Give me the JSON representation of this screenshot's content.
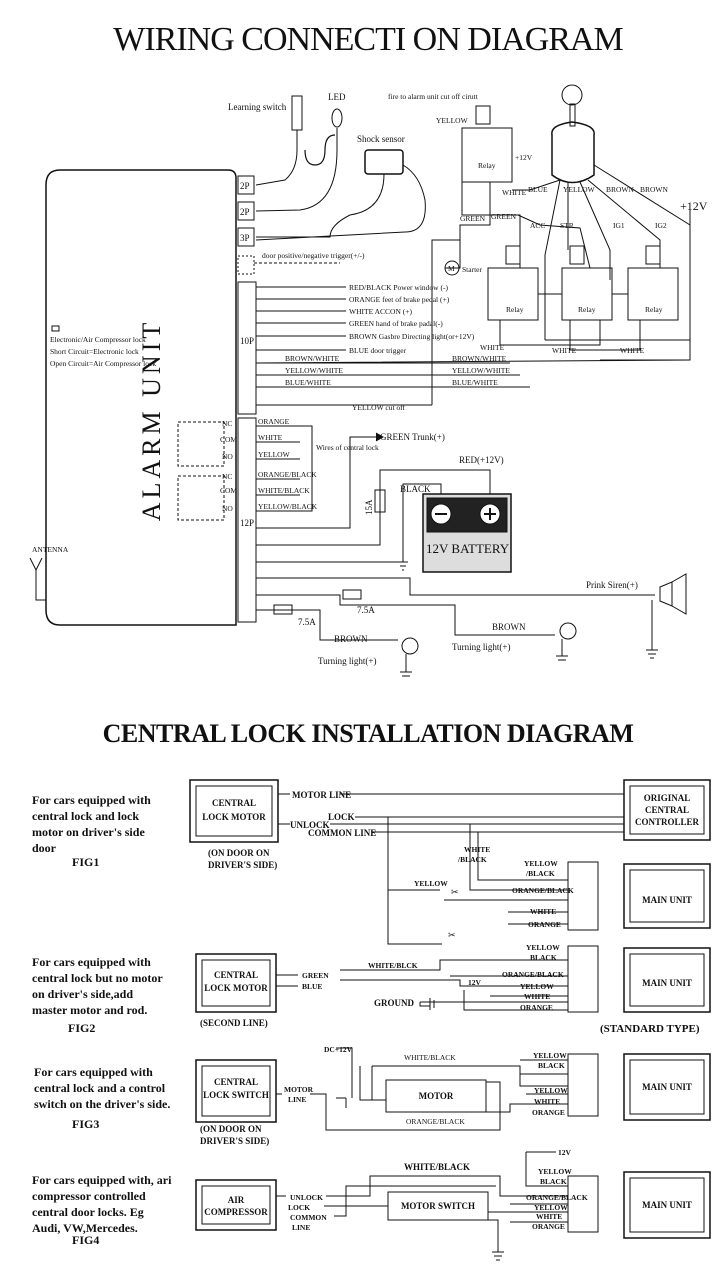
{
  "wiring": {
    "title": "WIRING CONNECTI ON DIAGRAM",
    "alarm_unit": "ALARM UNIT",
    "learning_switch": "Learning switch",
    "led": "LED",
    "shock_sensor": "Shock sensor",
    "fire_note": "fire to alarm unit cut off cirutt",
    "connectors": [
      "2P",
      "2P",
      "3P",
      "10P",
      "12P"
    ],
    "door_trigger": "door positive/negative trigger(+/-)",
    "ten_p_wires": [
      "RED/BLACK Power window (-)",
      "ORANGE feet of brake pedal (+)",
      "WHITE ACCON (+)",
      "GREEN hand of brake padal(-)",
      "BROWN Gasbre Directing light(or+12V)",
      "BLUE door trigger"
    ],
    "bw_wires": [
      "BROWN/WHITE",
      "YELLOW/WHITE",
      "BLUE/WHITE"
    ],
    "yellow_cut_off": "YELLOW cut off",
    "compressor_note": [
      "Electronic/Air Compressor lock",
      "Short Circuit=Electronic lock",
      "Open Circuit=Air Compressor lock"
    ],
    "relay_pins": [
      "NC",
      "COM",
      "NO",
      "NC",
      "COM",
      "NO"
    ],
    "relay_wires": [
      "ORANGE",
      "WHITE",
      "YELLOW",
      "ORANGE/BLACK",
      "WHITE/BLACK",
      "YELLOW/BLACK"
    ],
    "central_lock_wires": "Wires of central lock",
    "green_trunk": "GREEN Trunk(+)",
    "red_12v": "RED(+12V)",
    "black": "BLACK",
    "fuse_15a": "15A",
    "battery": "12V BATTERY",
    "antenna": "ANTENNA",
    "siren": "Prink Siren(+)",
    "fuse_75a_1": "7.5A",
    "fuse_75a_2": "7.5A",
    "brown": "BROWN",
    "brown2": "BROWN",
    "turning_light": "Turning light(+)",
    "turning_light2": "Turning light(+)",
    "relay": "Relay",
    "ign_labels": [
      "YELLOW",
      "BLUE",
      "YELLOW",
      "BROWN",
      "BROWN",
      "WHITE",
      "GREEN",
      "GREEN",
      "ACC",
      "STR",
      "IG1",
      "IG2",
      "WHITE",
      "WHITE",
      "WHITE"
    ],
    "plus12v": "+12V",
    "plus12v_small": "+12V",
    "starter": "Starter",
    "m": "M"
  },
  "central": {
    "title": "CENTRAL LOCK INSTALLATION DIAGRAM",
    "standard_type": "(STANDARD TYPE)",
    "fig1": {
      "desc": [
        "For cars equipped with",
        "central lock and lock",
        "motor on driver's side",
        "door"
      ],
      "label": "FIG1",
      "box": [
        "CENTRAL",
        "LOCK MOTOR"
      ],
      "note": [
        "(ON DOOR ON",
        "DRIVER'S SIDE)"
      ],
      "lines": [
        "MOTOR LINE",
        "LOCK",
        "UNLOCK",
        "COMMON LINE"
      ],
      "controller": [
        "ORIGINAL",
        "CENTRAL",
        "CONTROLLER"
      ],
      "main_unit": "MAIN UNIT",
      "wires": [
        "YELLOW",
        "/BLACK",
        "ORANGE/BLACK",
        "WHITE",
        "ORANGE"
      ],
      "white_black": [
        "WHITE",
        "/BLACK"
      ],
      "yellow": "YELLOW"
    },
    "fig2": {
      "desc": [
        "For cars equipped with",
        "central lock but no motor",
        "on driver's side,add",
        "master motor and rod."
      ],
      "label": "FIG2",
      "box": [
        "CENTRAL",
        "LOCK MOTOR"
      ],
      "note": "(SECOND LINE)",
      "green_blue": [
        "GREEN",
        "BLUE"
      ],
      "white_blck": "WHITE/BLCK",
      "ground": "GROUND",
      "v12": "12V",
      "main_unit": "MAIN UNIT",
      "wires": [
        "YELLOW",
        "BLACK",
        "ORANGE/BLACK",
        "YELLOW",
        "WHITE",
        "ORANGE"
      ]
    },
    "fig3": {
      "desc": [
        "For cars equipped with",
        "central lock and a control",
        "switch on the driver's side."
      ],
      "label": "FIG3",
      "box": [
        "CENTRAL",
        "LOCK SWITCH"
      ],
      "note": [
        "(ON DOOR ON",
        "DRIVER'S SIDE)"
      ],
      "motor_line": [
        "MOTOR",
        "LINE"
      ],
      "dc12": "DC+12V",
      "white_black": "WHITE/BLACK",
      "orange_black": "ORANGE/BLACK",
      "motor": "MOTOR",
      "main_unit": "MAIN UNIT",
      "wires": [
        "YELLOW",
        "BLACK",
        "YELLOW",
        "WHITE",
        "ORANGE"
      ]
    },
    "fig4": {
      "desc": [
        "For cars equipped with, ari",
        "compressor controlled",
        "central door locks. Eg",
        "Audi, VW,Mercedes."
      ],
      "label": "FIG4",
      "box": [
        "AIR",
        "COMPRESSOR"
      ],
      "lines": [
        "UNLOCK",
        "LOCK",
        "COMMON",
        "LINE"
      ],
      "white_black": "WHITE/BLACK",
      "motor_switch": "MOTOR SWITCH",
      "v12": "12V",
      "main_unit": "MAIN UNIT",
      "wires": [
        "YELLOW",
        "BLACK",
        "ORANGE/BLACK",
        "YELLOW",
        "WHITE",
        "ORANGE"
      ]
    }
  }
}
